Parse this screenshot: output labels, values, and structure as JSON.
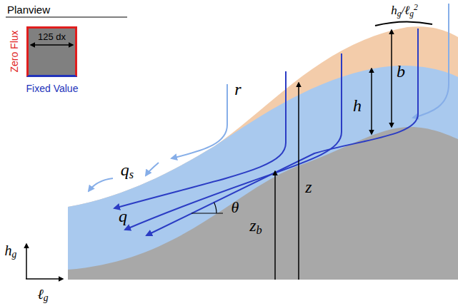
{
  "diagram": {
    "nodes": [
      {
        "text": [
          "125 dx"
        ]
      }
    ],
    "labels": [
      "Planview",
      "Zero Flux",
      "Fixed Value",
      "hg/ℓg2",
      "b",
      "h",
      "r",
      "z",
      "qs",
      "q",
      "θ",
      "zb",
      "hg",
      "ℓg"
    ]
  }
}
